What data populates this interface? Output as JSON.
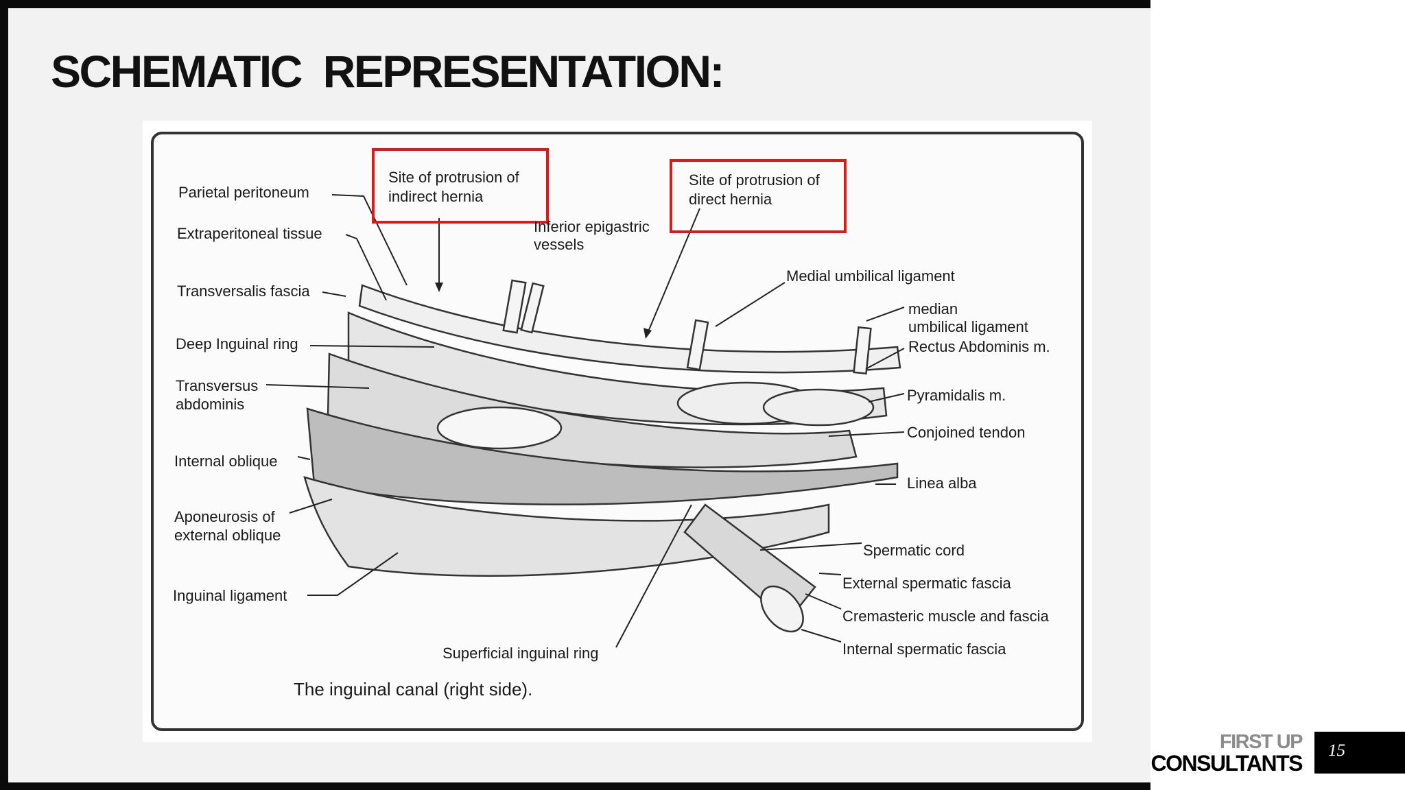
{
  "slide": {
    "title": "SCHEMATIC  REPRESENTATION:",
    "page_number": "15"
  },
  "logo": {
    "line1": "FIRST UP",
    "line2": "CONSULTANTS"
  },
  "diagram": {
    "caption": "The inguinal canal (right side).",
    "highlight_color": "#d81b1b",
    "callouts": {
      "indirect_hernia": [
        "Site of protrusion of",
        "indirect hernia"
      ],
      "direct_hernia": [
        "Site of protrusion of",
        "direct hernia"
      ]
    },
    "labels": {
      "parietal_peritoneum": "Parietal peritoneum",
      "extraperitoneal_tissue": "Extraperitoneal tissue",
      "transversalis_fascia": "Transversalis fascia",
      "deep_inguinal_ring": "Deep Inguinal ring",
      "transversus_abdominis": [
        "Transversus",
        "abdominis"
      ],
      "internal_oblique": "Internal oblique",
      "aponeurosis_external_oblique": [
        "Aponeurosis of",
        "external oblique"
      ],
      "inguinal_ligament": "Inguinal ligament",
      "superficial_inguinal_ring": "Superficial inguinal ring",
      "inferior_epigastric_vessels": [
        "Inferior epigastric",
        "vessels"
      ],
      "medial_umbilical_ligament": "Medial umbilical ligament",
      "median_umbilical_ligament": [
        "median",
        "umbilical ligament"
      ],
      "rectus_abdominis": "Rectus Abdominis m.",
      "pyramidalis": "Pyramidalis m.",
      "conjoined_tendon": "Conjoined tendon",
      "linea_alba": "Linea alba",
      "spermatic_cord": "Spermatic cord",
      "external_spermatic_fascia": "External spermatic fascia",
      "cremasteric_muscle": "Cremasteric muscle and fascia",
      "internal_spermatic_fascia": "Internal spermatic fascia"
    }
  }
}
